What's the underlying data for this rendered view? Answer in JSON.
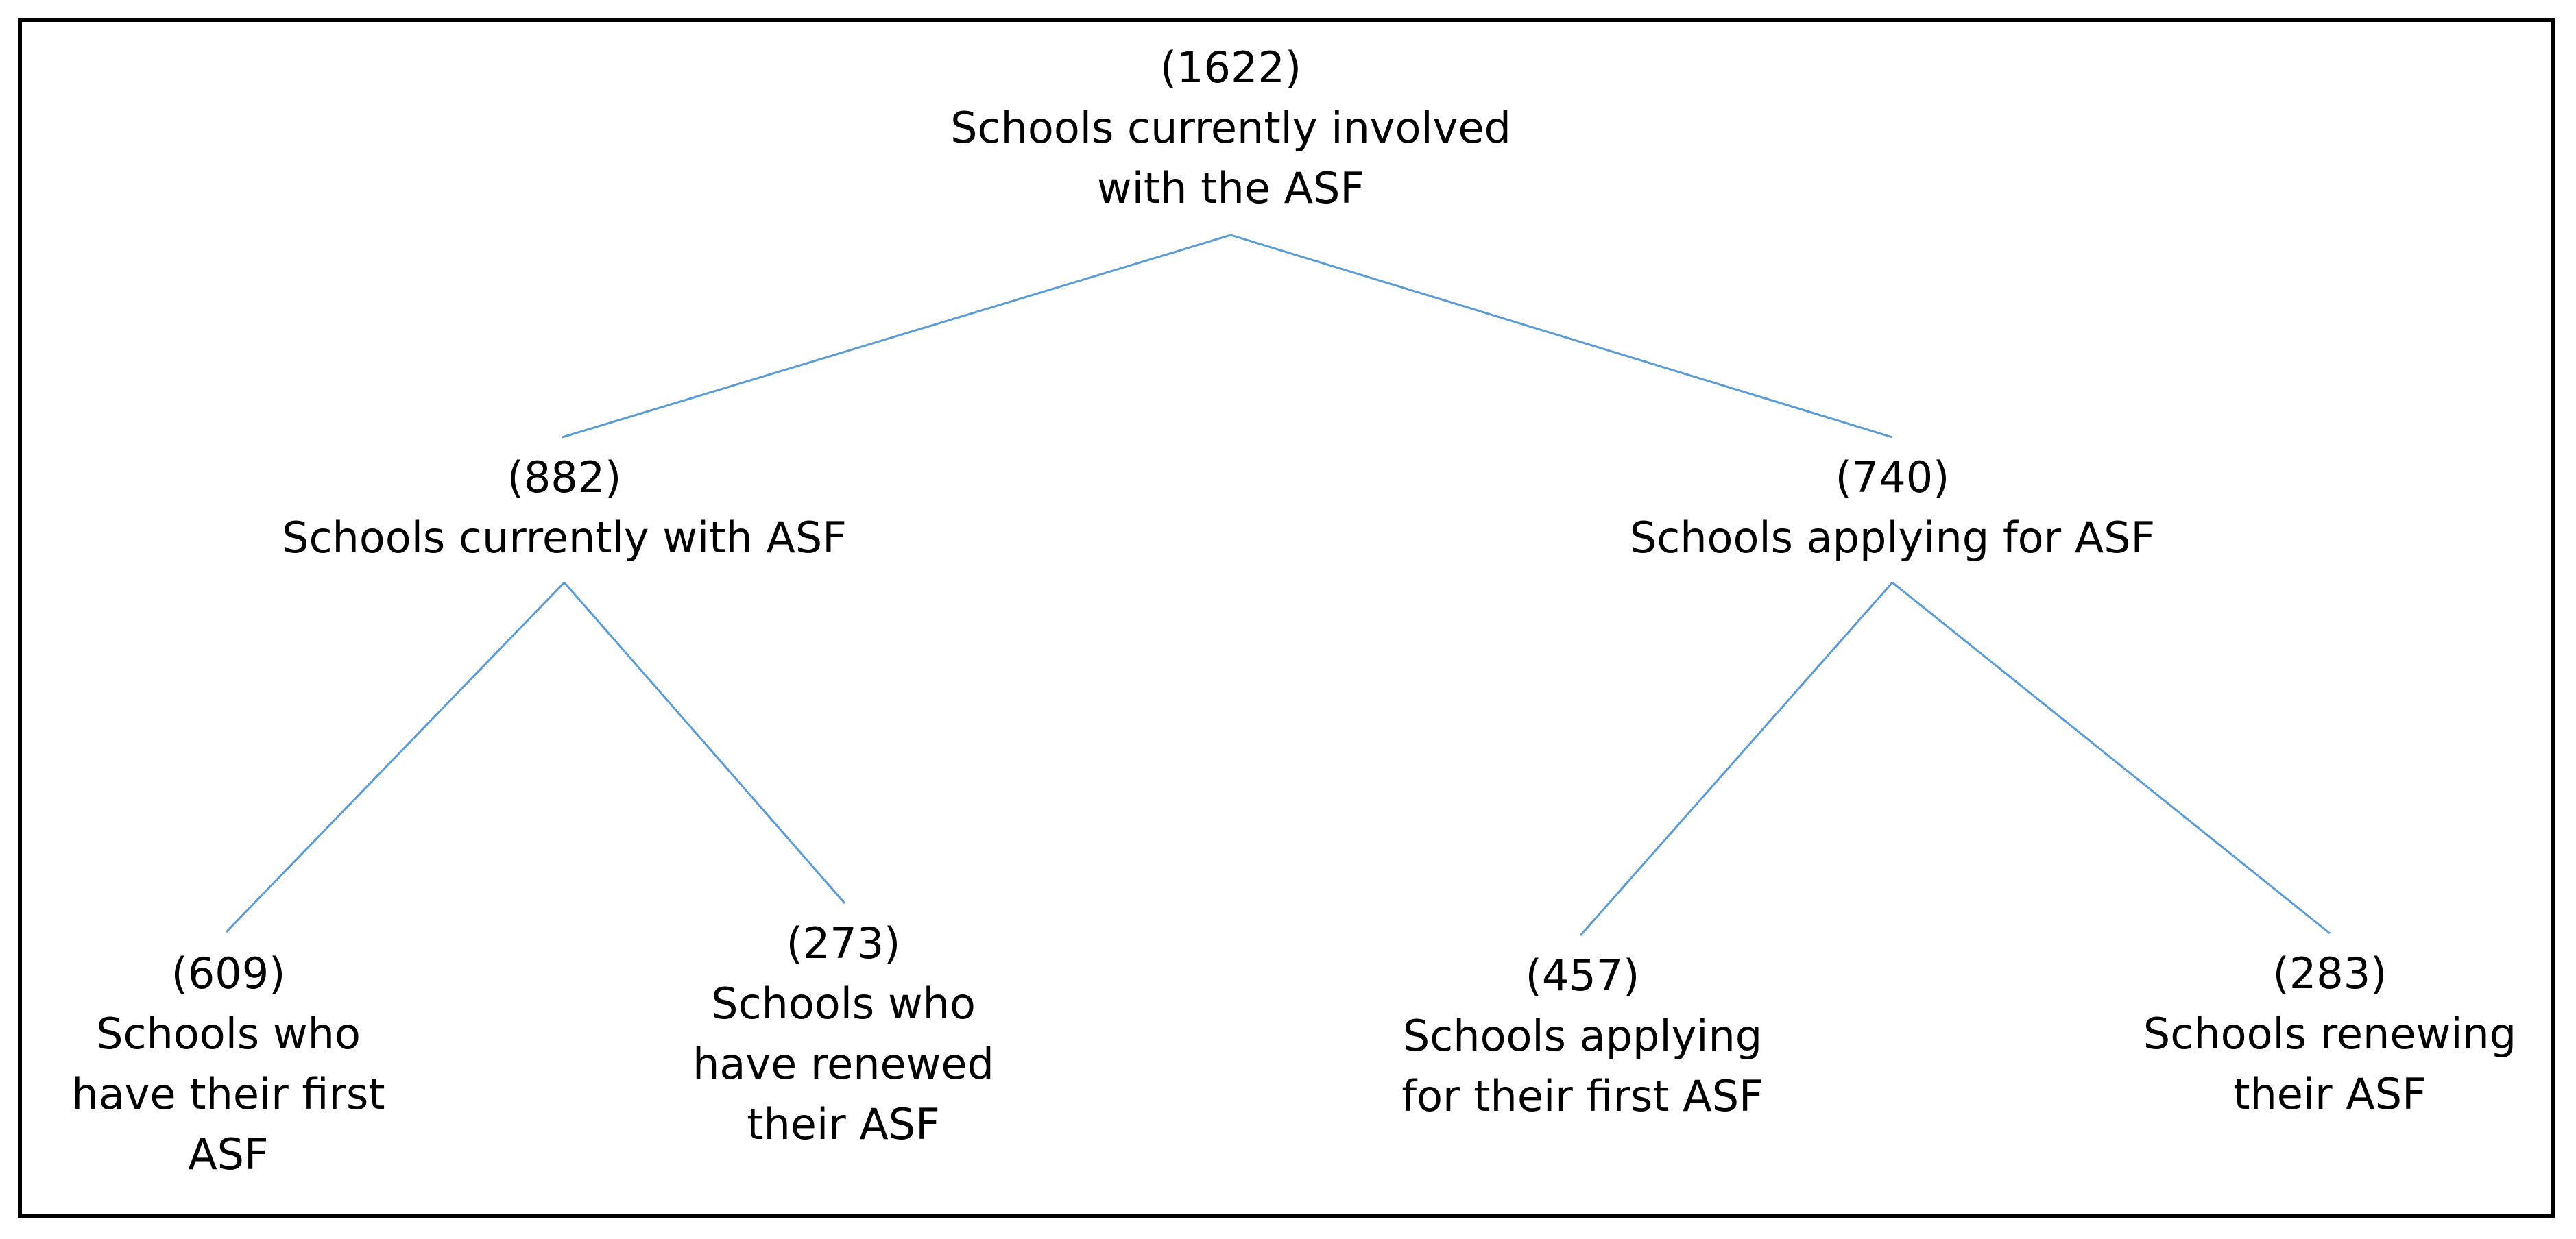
{
  "diagram": {
    "edge_color": "#5b9bd5",
    "border_color": "#000000",
    "nodes": [
      {
        "id": "root",
        "count": "(1622)",
        "label": [
          "Schools currently involved",
          "with the ASF"
        ]
      },
      {
        "id": "current",
        "count": "(882)",
        "label": [
          "Schools currently with ASF"
        ]
      },
      {
        "id": "applying",
        "count": "(740)",
        "label": [
          "Schools applying for ASF"
        ]
      },
      {
        "id": "first",
        "count": "(609)",
        "label": [
          "Schools who",
          "have their first",
          "ASF"
        ]
      },
      {
        "id": "renewed",
        "count": "(273)",
        "label": [
          "Schools who",
          "have renewed",
          "their ASF"
        ]
      },
      {
        "id": "applying-first",
        "count": "(457)",
        "label": [
          "Schools applying",
          "for their first ASF"
        ]
      },
      {
        "id": "renewing",
        "count": "(283)",
        "label": [
          "Schools renewing",
          "their ASF"
        ]
      }
    ],
    "edges": [
      {
        "from": "root",
        "to": "current"
      },
      {
        "from": "root",
        "to": "applying"
      },
      {
        "from": "current",
        "to": "first"
      },
      {
        "from": "current",
        "to": "renewed"
      },
      {
        "from": "applying",
        "to": "applying-first"
      },
      {
        "from": "applying",
        "to": "renewing"
      }
    ]
  }
}
